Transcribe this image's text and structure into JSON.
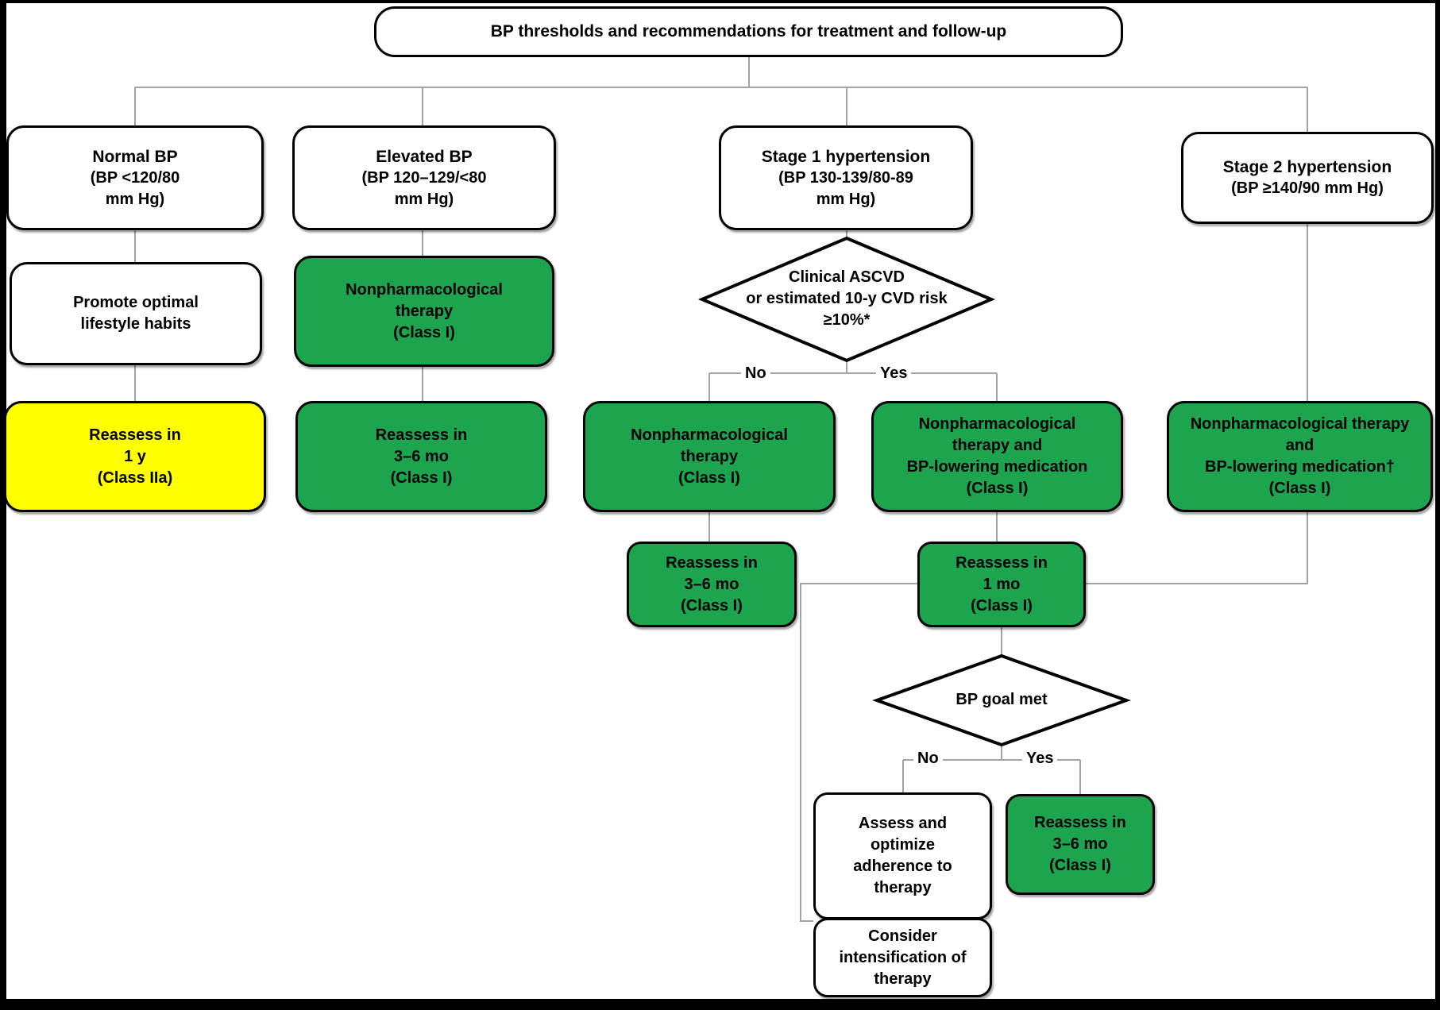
{
  "figure": {
    "title": "BP thresholds and recommendations for treatment and follow-up"
  },
  "colors": {
    "green": "#1CA54E",
    "yellow": "#FFFF00",
    "connector": "#A3A3A3",
    "box_border": "#000000",
    "background": "#FFFFFF",
    "frame": "#000000"
  },
  "nodes": {
    "normal_bp": {
      "lines": [
        "Normal BP",
        "(BP <120/80",
        "mm Hg)"
      ]
    },
    "elevated_bp": {
      "lines": [
        "Elevated BP",
        "(BP 120–129/<80",
        "mm Hg)"
      ]
    },
    "stage1": {
      "lines": [
        "Stage 1 hypertension",
        "(BP 130-139/80-89",
        "mm Hg)"
      ]
    },
    "stage2": {
      "lines": [
        "Stage 2 hypertension",
        "(BP ≥140/90 mm Hg)"
      ]
    },
    "promote_lifestyle": {
      "lines": [
        "Promote optimal",
        "lifestyle habits"
      ]
    },
    "nonpharm_elevated": {
      "lines": [
        "Nonpharmacological",
        "therapy",
        "(Class I)"
      ]
    },
    "ascvd_risk_decision": {
      "lines": [
        "Clinical ASCVD",
        "or estimated 10-y CVD risk",
        "≥10%*"
      ]
    },
    "reassess_1y": {
      "lines": [
        "Reassess in",
        "1 y",
        "(Class IIa)"
      ]
    },
    "reassess_3_6_elevated": {
      "lines": [
        "Reassess in",
        "3–6 mo",
        "(Class I)"
      ]
    },
    "nonpharm_stage1": {
      "lines": [
        "Nonpharmacological",
        "therapy",
        "(Class I)"
      ]
    },
    "nonpharm_med_stage1": {
      "lines": [
        "Nonpharmacological",
        "therapy and",
        "BP-lowering medication",
        "(Class I)"
      ]
    },
    "nonpharm_med_stage2": {
      "lines": [
        "Nonpharmacological therapy",
        "and",
        "BP-lowering medication†",
        "(Class I)"
      ]
    },
    "reassess_3_6_stage1": {
      "lines": [
        "Reassess in",
        "3–6 mo",
        "(Class I)"
      ]
    },
    "reassess_1mo": {
      "lines": [
        "Reassess in",
        "1 mo",
        "(Class I)"
      ]
    },
    "bp_goal_decision": {
      "lines": [
        "BP goal met"
      ]
    },
    "assess_adherence": {
      "lines": [
        "Assess and",
        "optimize",
        "adherence to",
        "therapy"
      ]
    },
    "reassess_3_6_goal_met": {
      "lines": [
        "Reassess in",
        "3–6 mo",
        "(Class I)"
      ]
    },
    "consider_intensification": {
      "lines": [
        "Consider",
        "intensification of",
        "therapy"
      ]
    }
  },
  "branch_labels": {
    "ascvd_no": "No",
    "ascvd_yes": "Yes",
    "goal_no": "No",
    "goal_yes": "Yes"
  }
}
